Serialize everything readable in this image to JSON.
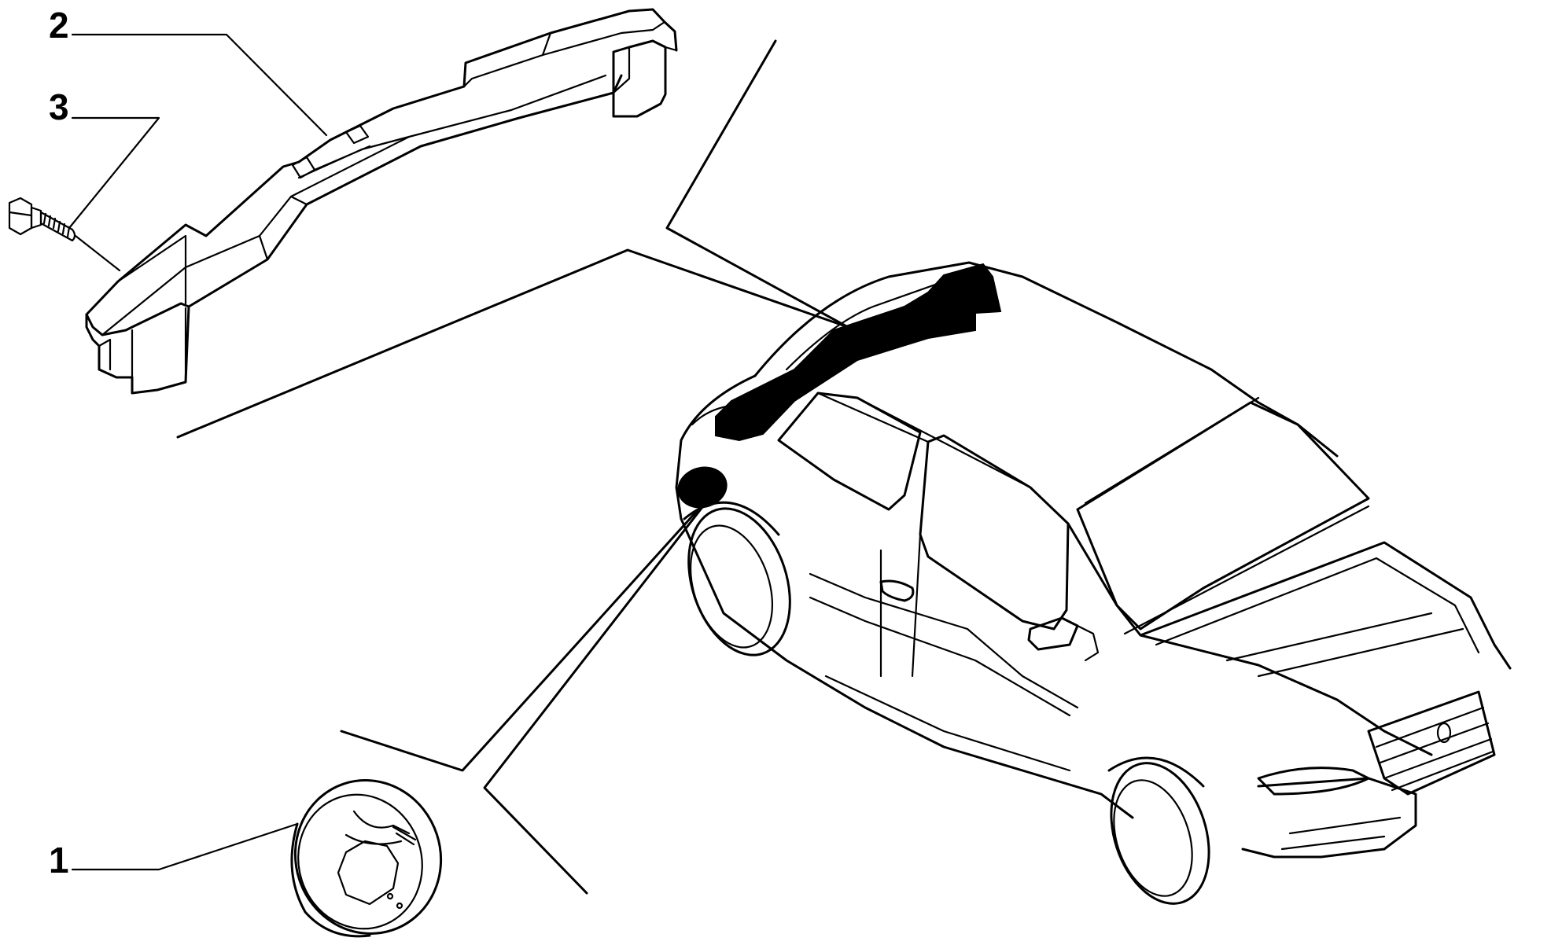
{
  "callouts": [
    {
      "id": "1",
      "label": "1",
      "part": "bumper-socket-housing"
    },
    {
      "id": "2",
      "label": "2",
      "part": "roof-rail-bracket"
    },
    {
      "id": "3",
      "label": "3",
      "part": "fixing-bolt"
    }
  ],
  "colors": {
    "ink": "#000000",
    "background": "#ffffff",
    "highlight": "#000000"
  }
}
